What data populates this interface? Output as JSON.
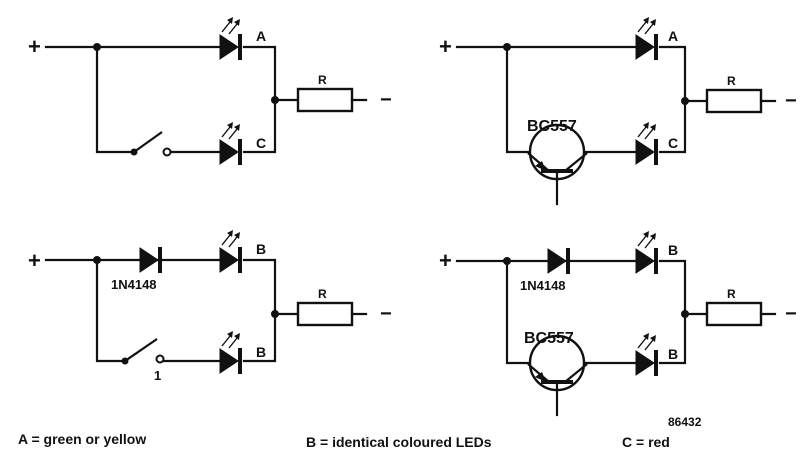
{
  "labels": {
    "plus": "+",
    "minus": "−",
    "resistor": "R",
    "led_a": "A",
    "led_b": "B",
    "led_c": "C",
    "diode": "1N4148",
    "transistor": "BC557",
    "switch_pin": "1",
    "figure_number": "86432"
  },
  "legend": {
    "a": "A = green or yellow",
    "b": "B = identical coloured LEDs",
    "c": "C = red"
  }
}
